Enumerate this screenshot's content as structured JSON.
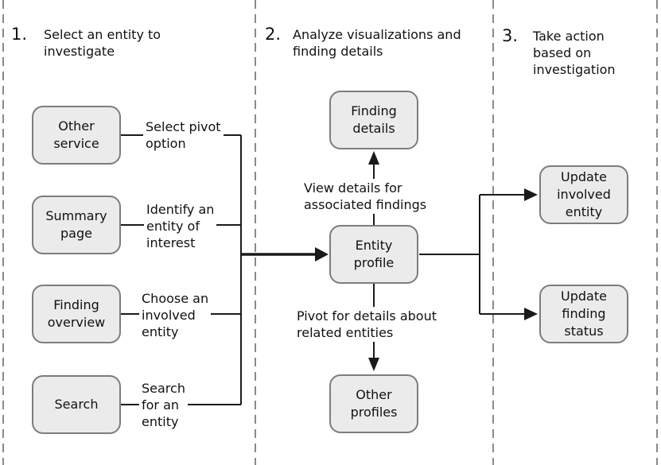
{
  "colors": {
    "line": "#1a1a1a",
    "dash": "#8a8a8a",
    "box_fill": "#ebebeb",
    "box_border": "#7d7d7d",
    "text": "#111111"
  },
  "sections": [
    {
      "number": "1.",
      "title_lines": [
        "Select an entity to",
        "investigate"
      ]
    },
    {
      "number": "2.",
      "title_lines": [
        "Analyze visualizations and",
        "finding details"
      ]
    },
    {
      "number": "3.",
      "title_lines": [
        "Take action",
        "based on",
        "investigation"
      ]
    }
  ],
  "nodes": {
    "other_service": {
      "lines": [
        "Other",
        "service"
      ]
    },
    "summary_page": {
      "lines": [
        "Summary",
        "page"
      ]
    },
    "finding_overview": {
      "lines": [
        "Finding",
        "overview"
      ]
    },
    "search": {
      "lines": [
        "Search"
      ]
    },
    "finding_details": {
      "lines": [
        "Finding",
        "details"
      ]
    },
    "entity_profile": {
      "lines": [
        "Entity",
        "profile"
      ]
    },
    "other_profiles": {
      "lines": [
        "Other",
        "profiles"
      ]
    },
    "update_involved_entity": {
      "lines": [
        "Update",
        "involved",
        "entity"
      ]
    },
    "update_finding_status": {
      "lines": [
        "Update",
        "finding",
        "status"
      ]
    }
  },
  "edge_labels": {
    "select_pivot": {
      "lines": [
        "Select pivot",
        "option"
      ]
    },
    "identify_entity": {
      "lines": [
        "Identify an",
        "entity of",
        "interest"
      ]
    },
    "choose_involved": {
      "lines": [
        "Choose an",
        "involved",
        "entity"
      ]
    },
    "search_for_entity": {
      "lines": [
        "Search",
        "for an",
        "entity"
      ]
    },
    "view_details": {
      "lines": [
        "View details for",
        "associated findings"
      ]
    },
    "pivot_details": {
      "lines": [
        "Pivot for details about",
        "related entities"
      ]
    }
  }
}
